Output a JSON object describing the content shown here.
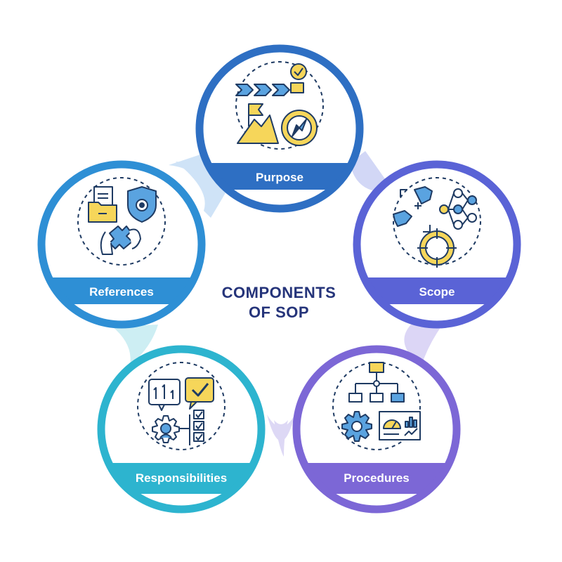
{
  "title": {
    "line1": "COMPONENTS",
    "line2": "OF SOP"
  },
  "components": [
    {
      "id": "purpose",
      "label": "Purpose",
      "color": "#2e6fc3",
      "icon": "mountain-flag-compass-icon"
    },
    {
      "id": "scope",
      "label": "Scope",
      "color": "#5a63d6",
      "icon": "target-network-icon"
    },
    {
      "id": "procedures",
      "label": "Procedures",
      "color": "#7c67d6",
      "icon": "flowchart-gear-dashboard-icon"
    },
    {
      "id": "responsibilities",
      "label": "Responsibilities",
      "color": "#2db4cf",
      "icon": "checklist-gear-person-icon"
    },
    {
      "id": "references",
      "label": "References",
      "color": "#2e8fd5",
      "icon": "folder-shield-puzzle-icon"
    }
  ],
  "colors": {
    "title": "#25347a",
    "icon_yellow": "#f6d65a",
    "icon_blue": "#5aa3e0",
    "icon_stroke": "#1f3b63",
    "connector": "#cfe3f7"
  }
}
